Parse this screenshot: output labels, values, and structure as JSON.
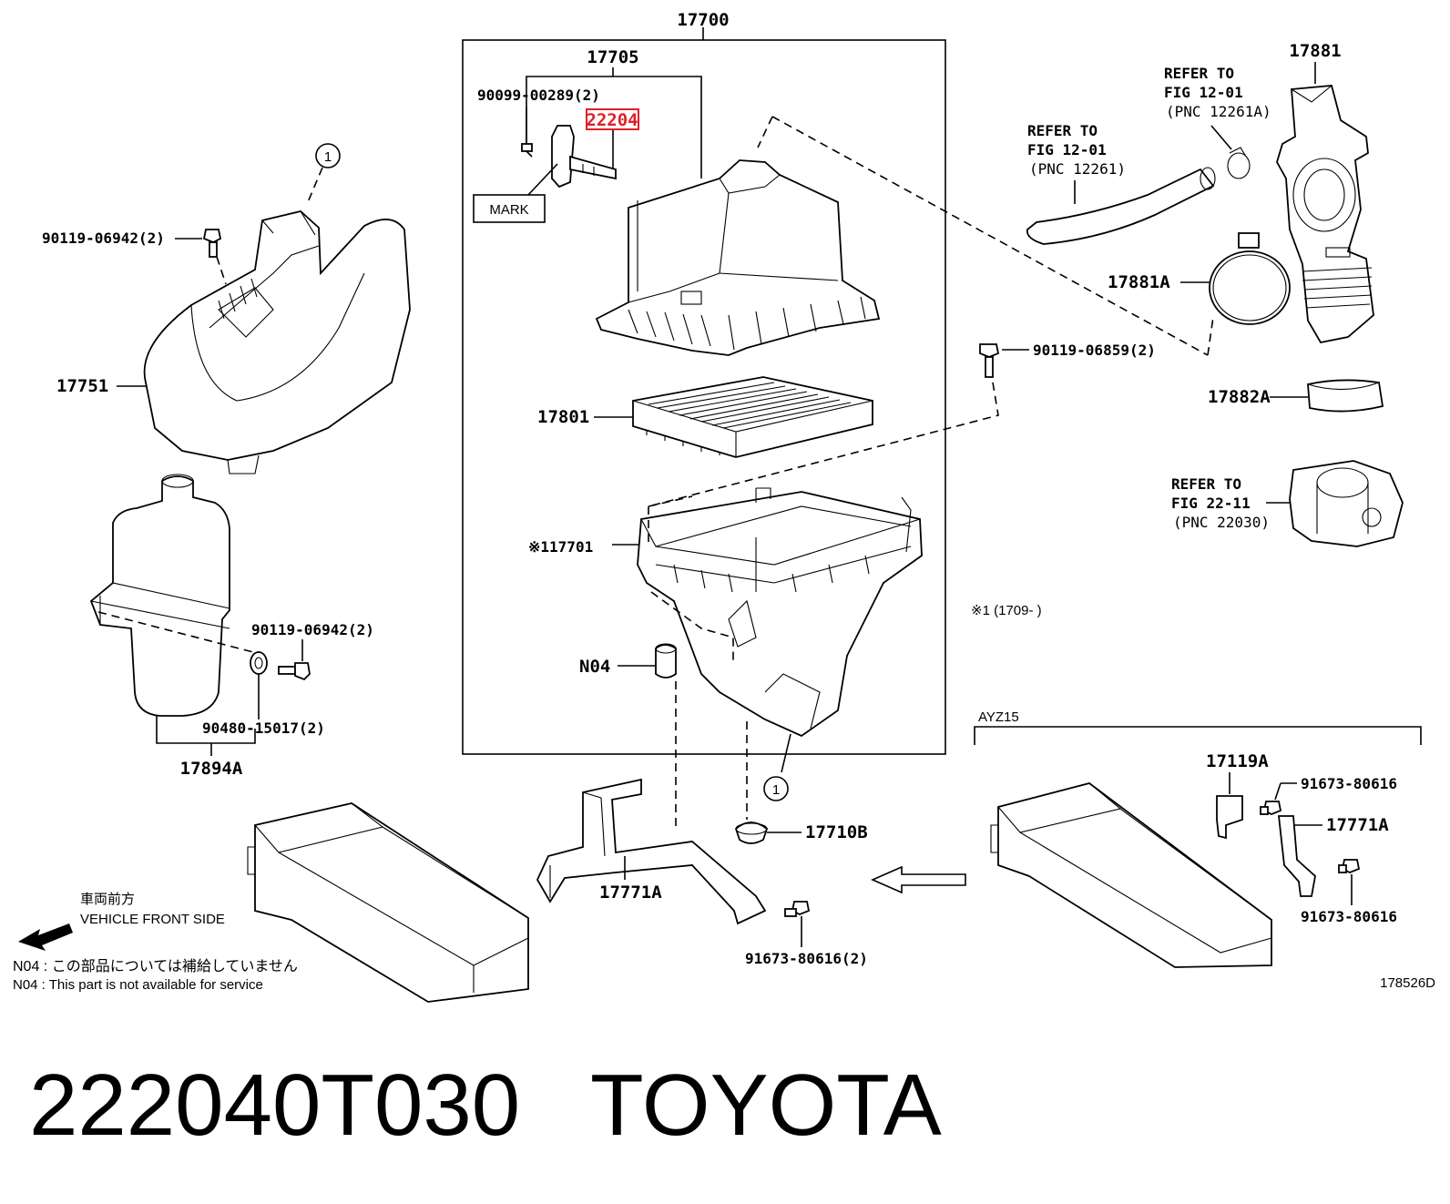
{
  "labels": {
    "p17700": "17700",
    "p17705": "17705",
    "p90099": "90099-00289(2)",
    "p22204": "22204",
    "mark": "MARK",
    "p90119_a": "90119-06942(2)",
    "circle1_top": "1",
    "p17751": "17751",
    "p17801": "17801",
    "p17701": "※117701",
    "n04": "N04",
    "p90119_b": "90119-06942(2)",
    "p90480": "90480-15017(2)",
    "p17894A": "17894A",
    "circle1_bottom": "1",
    "p17710B": "17710B",
    "p17771A_mid": "17771A",
    "p91673_mid": "91673-80616(2)",
    "p17881": "17881",
    "ref1_line1": "REFER TO",
    "ref1_line2": "FIG 12-01",
    "ref1_line3": "(PNC 12261A)",
    "ref2_line1": "REFER TO",
    "ref2_line2": "FIG 12-01",
    "ref2_line3": "(PNC 12261)",
    "p17881A": "17881A",
    "p90119_c": "90119-06859(2)",
    "p17882A": "17882A",
    "ref3_line1": "REFER TO",
    "ref3_line2": "FIG 22-11",
    "ref3_line3": "(PNC 22030)",
    "note_1709": "※1 (1709-      )",
    "ayz15": "AYZ15",
    "p17119A": "17119A",
    "p91673_r1": "91673-80616",
    "p17771A_right": "17771A",
    "p91673_r2": "91673-80616",
    "front_jp": "車両前方",
    "front_en": "VEHICLE FRONT SIDE",
    "n04_jp": "N04 : この部品については補給していません",
    "n04_en": "N04 : This part is not available for service",
    "fig_code": "178526D"
  },
  "footer": {
    "part_number": "222040T030",
    "brand": "TOYOTA"
  },
  "colors": {
    "highlight": "#e0202a",
    "line": "#000000"
  }
}
